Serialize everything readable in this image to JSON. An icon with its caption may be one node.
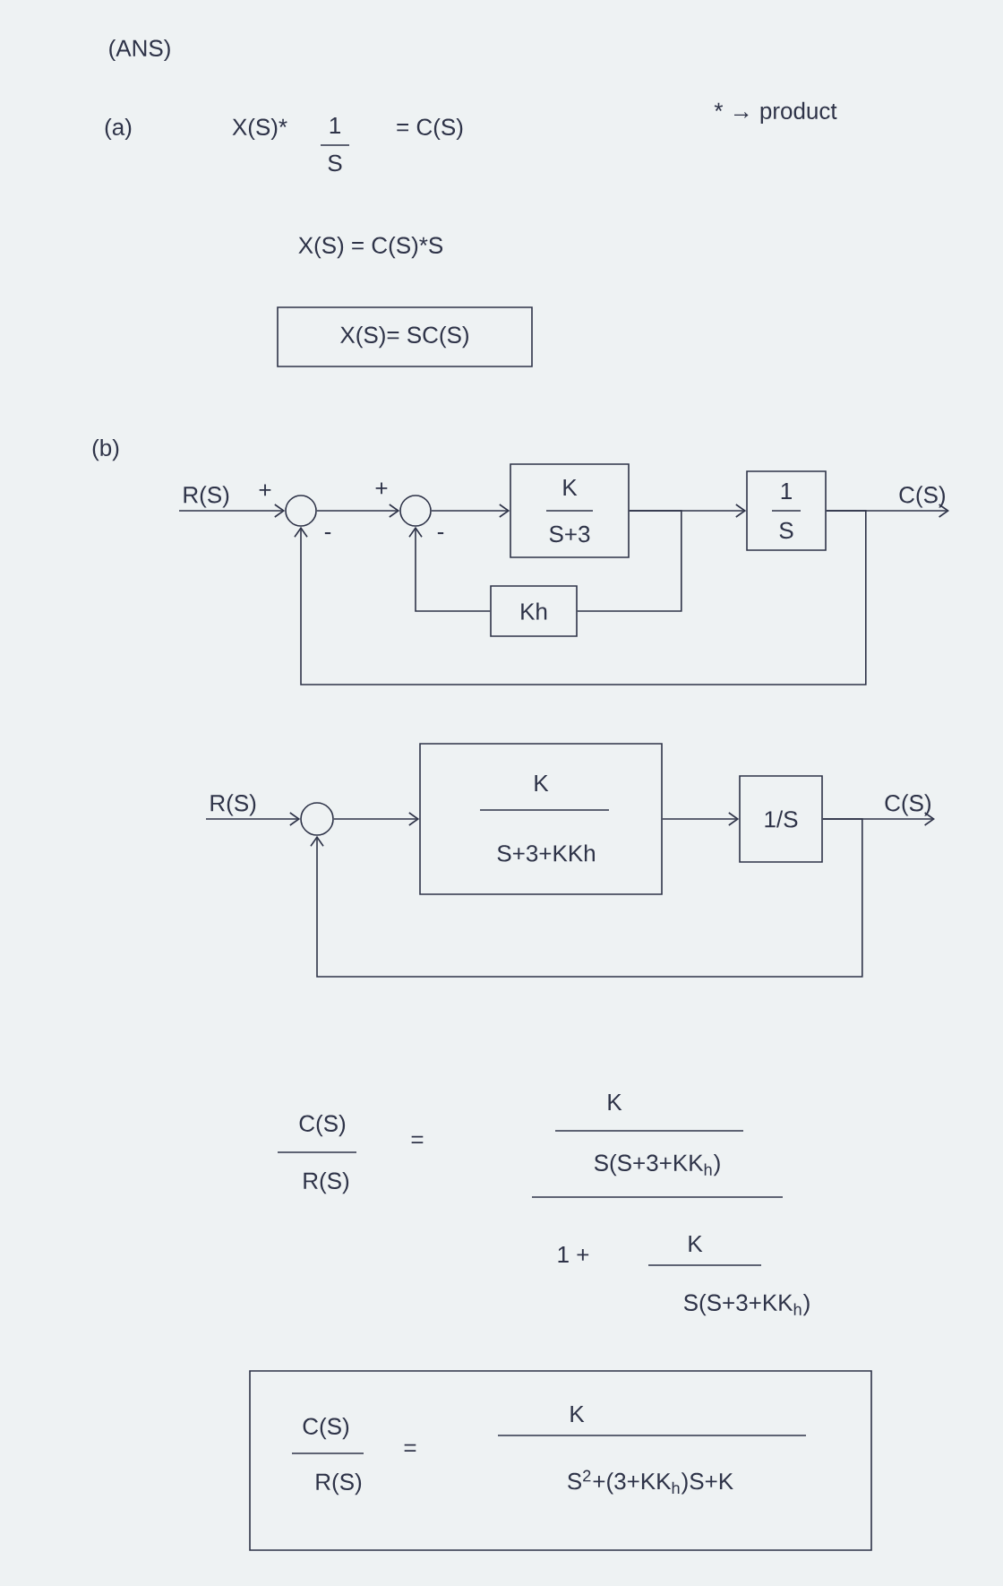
{
  "diagram": {
    "nodes": [
      {
        "text": [
          "X(S)= SC(S)"
        ]
      },
      {
        "text": [
          "R(S)"
        ]
      },
      {
        "text": [],
        "shape": "circle",
        "beside": [
          "+",
          "-"
        ]
      },
      {
        "text": [],
        "shape": "circle",
        "beside": [
          "+",
          "-"
        ]
      },
      {
        "text": [
          "K",
          "S+3"
        ]
      },
      {
        "text": [
          "1",
          "S"
        ]
      },
      {
        "text": [
          "C(S)"
        ]
      },
      {
        "text": [
          "Kh"
        ]
      },
      {
        "text": [
          "R(S)"
        ]
      },
      {
        "text": [],
        "shape": "circle"
      },
      {
        "text": [
          "K",
          "S+3+KKh"
        ]
      },
      {
        "text": [
          "1/S"
        ]
      },
      {
        "text": [
          "C(S)"
        ]
      },
      {
        "text": [
          "C(S)",
          "R(S)",
          "=",
          "K",
          "S$^{2}$+(3+KK$_{h}$)S+K"
        ]
      }
    ],
    "edges": [
      {
        "from": 1,
        "to": 2,
        "arrow": "to"
      },
      {
        "from": 2,
        "to": 3,
        "arrow": "to"
      },
      {
        "from": 3,
        "to": 4,
        "arrow": "to"
      },
      {
        "from": 4,
        "to": 5,
        "arrow": "to"
      },
      {
        "from": 5,
        "to": 6,
        "arrow": "to"
      },
      {
        "from": 4,
        "to": 7,
        "arrow": "none"
      },
      {
        "from": 7,
        "to": 3,
        "arrow": "to"
      },
      {
        "from": 5,
        "to": 2,
        "arrow": "to"
      },
      {
        "from": 8,
        "to": 9,
        "arrow": "to"
      },
      {
        "from": 9,
        "to": 10,
        "arrow": "to"
      },
      {
        "from": 10,
        "to": 11,
        "arrow": "to"
      },
      {
        "from": 11,
        "to": 12,
        "arrow": "to"
      },
      {
        "from": 11,
        "to": 9,
        "arrow": "to"
      }
    ],
    "labels": [
      "(ANS)",
      "(a)",
      "X(S)*",
      "1",
      "S",
      "= C(S)",
      "* → product",
      "X(S) = C(S)*S",
      "(b)",
      "C(S)",
      "R(S)",
      "=",
      "K",
      "S(S+3+KK$_{h}$)",
      "1 +",
      "K",
      "S(S+3+KK$_{h}$)"
    ]
  }
}
